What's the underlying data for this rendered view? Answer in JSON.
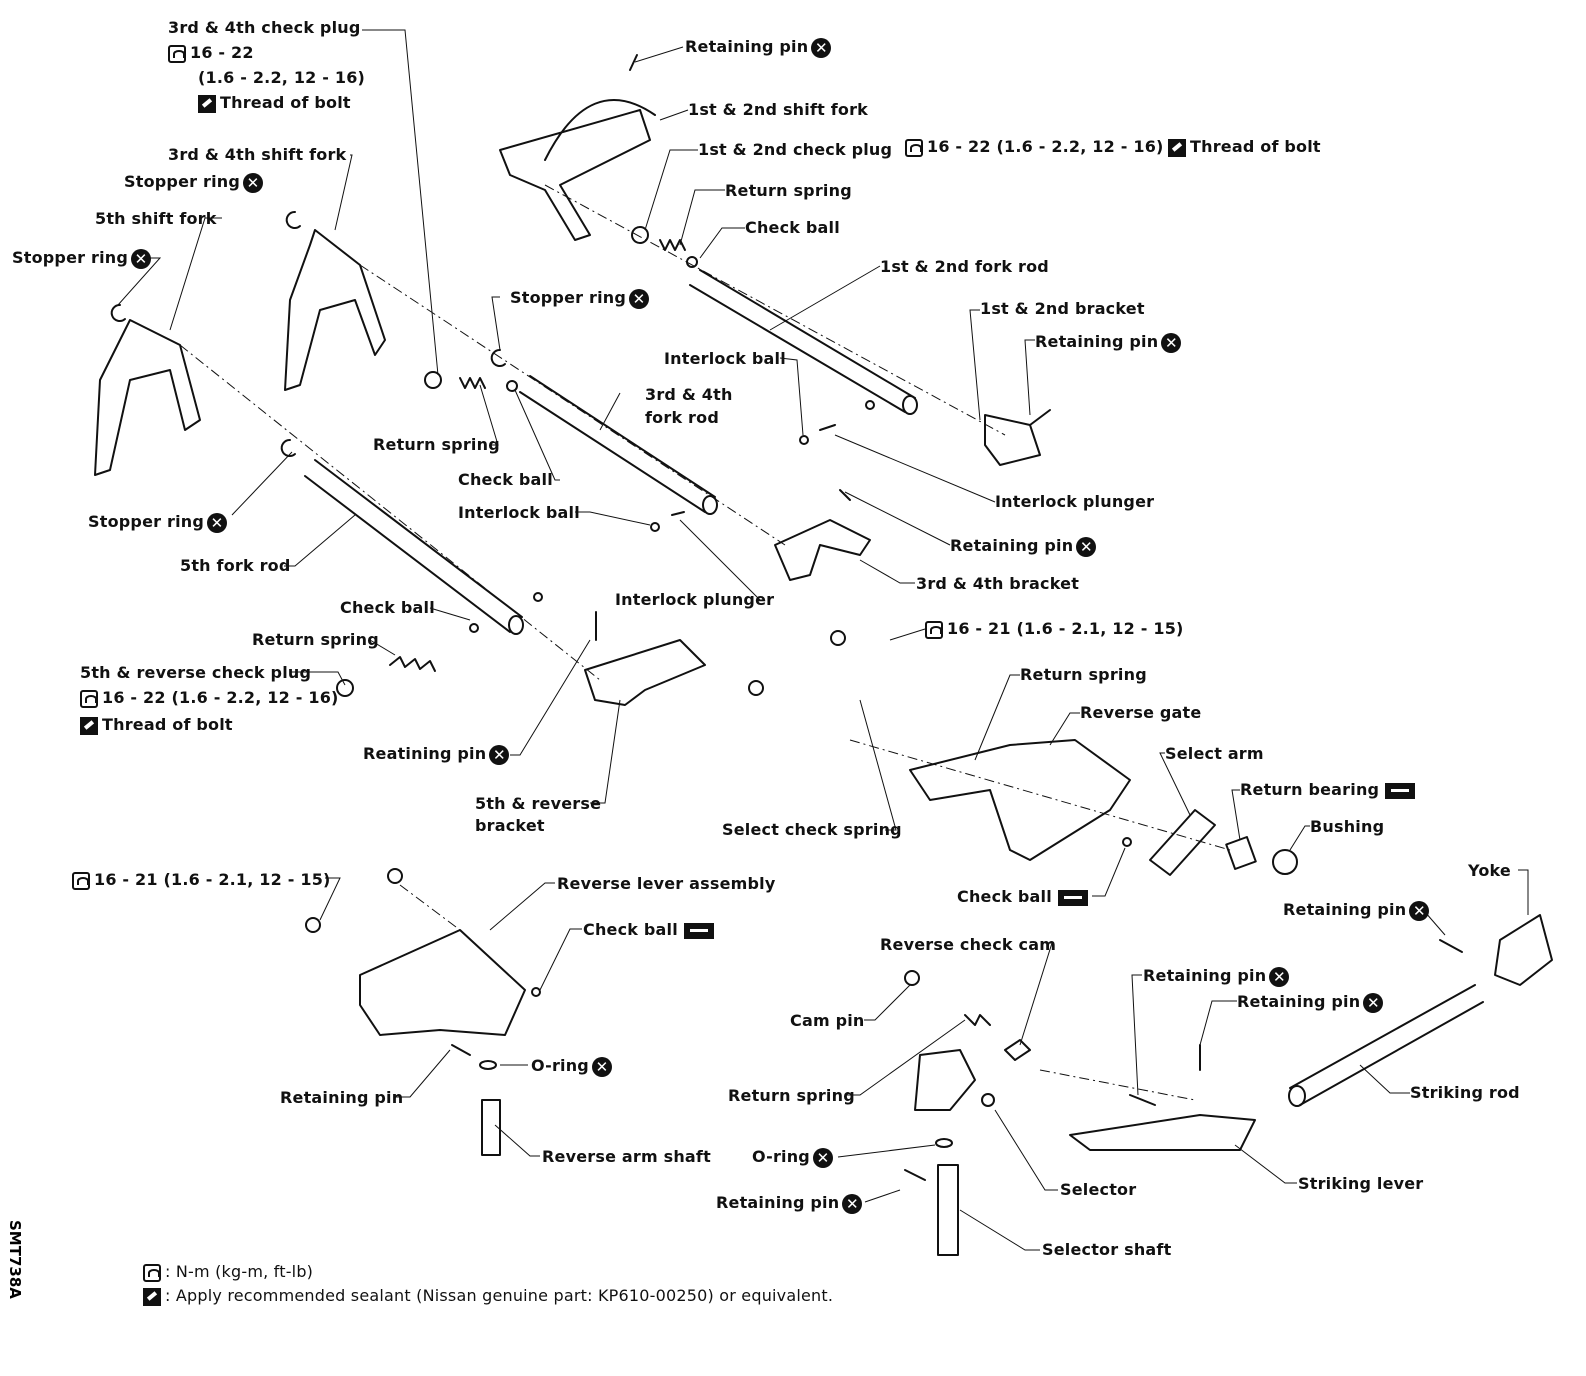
{
  "labels": {
    "l01": "3rd & 4th check plug",
    "l02": "16 - 22",
    "l03": "(1.6 - 2.2, 12 - 16)",
    "l04": "Thread of bolt",
    "l05": "Retaining pin",
    "l06": "1st & 2nd shift fork",
    "l07": "1st & 2nd check plug",
    "l08": "16 - 22 (1.6 - 2.2, 12 - 16)",
    "l09": "Thread of bolt",
    "l10": "Return spring",
    "l11": "Check ball",
    "l12": "1st & 2nd fork rod",
    "l13": "1st & 2nd bracket",
    "l14": "Retaining pin",
    "l15": "3rd & 4th shift fork",
    "l16": "Stopper ring",
    "l17": "5th shift fork",
    "l18": "Stopper ring",
    "l19": "Stopper ring",
    "l20": "Interlock ball",
    "l21": "3rd & 4th",
    "l22": "fork rod",
    "l23": "Return spring",
    "l24": "Check ball",
    "l25": "Interlock ball",
    "l26": "Interlock plunger",
    "l27": "Retaining pin",
    "l28": "3rd & 4th bracket",
    "l29": "Stopper ring",
    "l30": "5th fork rod",
    "l31": "Interlock plunger",
    "l32": "Check ball",
    "l33": "Return spring",
    "l34": "5th & reverse check plug",
    "l35": "16 - 22 (1.6 - 2.2, 12 - 16)",
    "l36": "Thread of bolt",
    "l37": "Reatining pin",
    "l38": "5th & reverse",
    "l39": "bracket",
    "l40": "16 - 21 (1.6 - 2.1, 12 - 15)",
    "l41": "Return spring",
    "l42": "Reverse gate",
    "l43": "Select arm",
    "l44": "Return bearing",
    "l45": "Bushing",
    "l46": "Select check spring",
    "l47": "Check ball",
    "l48": "Yoke",
    "l49": "Retaining pin",
    "l50": "16 - 21 (1.6 - 2.1, 12 - 15)",
    "l51": "Reverse lever assembly",
    "l52": "Check ball",
    "l53": "Reverse check cam",
    "l54": "Retaining pin",
    "l55": "Retaining pin",
    "l56": "Cam pin",
    "l57": "O-ring",
    "l58": "Retaining pin",
    "l59": "Return spring",
    "l60": "Striking rod",
    "l61": "Reverse arm shaft",
    "l62": "O-ring",
    "l63": "Selector",
    "l64": "Striking lever",
    "l65": "Retaining pin",
    "l66": "Selector shaft"
  },
  "legend": {
    "torque_text": ": N-m (kg-m, ft-lb)",
    "sealant_text": ": Apply recommended sealant (Nissan genuine part: KP610-00250) or equivalent."
  },
  "figure_code": "SMT738A"
}
